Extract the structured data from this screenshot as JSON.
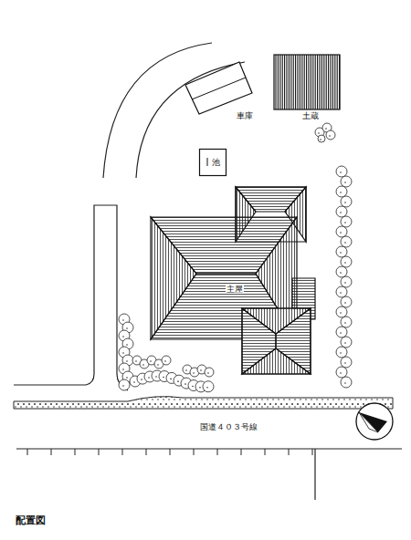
{
  "diagram": {
    "caption": "配置図",
    "nodes": [
      {
        "text": [
          "車庫"
        ]
      },
      {
        "text": [
          "土蔵"
        ]
      },
      {
        "text": [
          "池"
        ]
      },
      {
        "text": [
          "主屋"
        ]
      }
    ],
    "labels": [
      "国道４０３号線"
    ]
  }
}
